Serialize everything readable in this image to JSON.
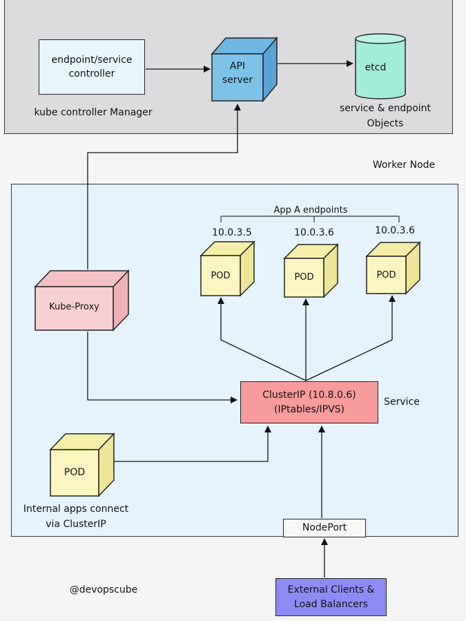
{
  "control_plane": {
    "endpoint_controller": {
      "line1": "endpoint/service",
      "line2": "controller"
    },
    "controller_manager_label": "kube controller Manager",
    "api_server": {
      "line1": "API",
      "line2": "server"
    },
    "etcd": {
      "label": "etcd"
    },
    "etcd_caption": {
      "line1": "service & endpoint",
      "line2": "Objects"
    }
  },
  "worker": {
    "title": "Worker Node",
    "app_endpoints_label": "App A endpoints",
    "pods": [
      {
        "ip": "10.0.3.5",
        "label": "POD"
      },
      {
        "ip": "10.0.3.6",
        "label": "POD"
      },
      {
        "ip": "10.0.3.6",
        "label": "POD"
      }
    ],
    "kube_proxy": "Kube-Proxy",
    "cluster_ip": {
      "line1": "ClusterIP (10.8.0.6)",
      "line2": "(IPtables/IPVS)"
    },
    "service_label": "Service",
    "internal_pod": "POD",
    "internal_caption": {
      "line1": "Internal apps connect",
      "line2": "via ClusterIP"
    },
    "nodeport": "NodePort"
  },
  "external": {
    "line1": "External Clients &",
    "line2": "Load Balancers"
  },
  "watermark": "@devopscube",
  "colors": {
    "control_plane_bg": "#dcdcde",
    "worker_bg": "#e4f3fc",
    "controller_box": "#e6f6fc",
    "api_server": "#7ec2e8",
    "etcd": "#a3ecd9",
    "pod": "#fbf6c0",
    "kube_proxy": "#f9d0d2",
    "cluster_ip": "#f89b9b",
    "external": "#8c8cf4",
    "nodeport": "#f8f8f8"
  }
}
